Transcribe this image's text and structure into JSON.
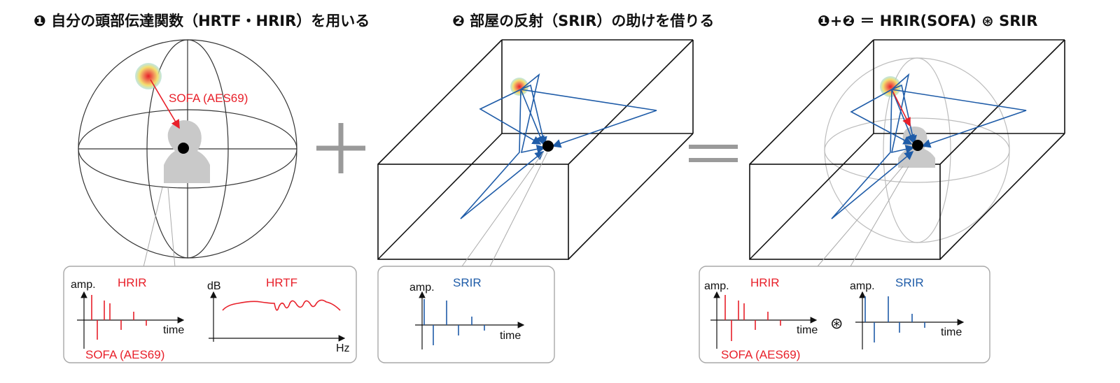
{
  "titles": {
    "panel1": "❶ 自分の頭部伝達関数（HRTF・HRIR）を用いる",
    "panel2": "❷ 部屋の反射（SRIR）の助けを借りる",
    "panel3": "❶+❷ ＝ HRIR(SOFA) ⊛ SRIR"
  },
  "labels": {
    "sofa": "SOFA (AES69)",
    "amp": "amp.",
    "time": "time",
    "hrir": "HRIR",
    "hrtf": "HRTF",
    "srir": "SRIR",
    "db": "dB",
    "hz": "Hz",
    "convolve": "⊛"
  },
  "colors": {
    "red": "#e8202a",
    "blue": "#1f5ca8",
    "gray": "#9a9a9a",
    "box": "#a8a8a8"
  }
}
